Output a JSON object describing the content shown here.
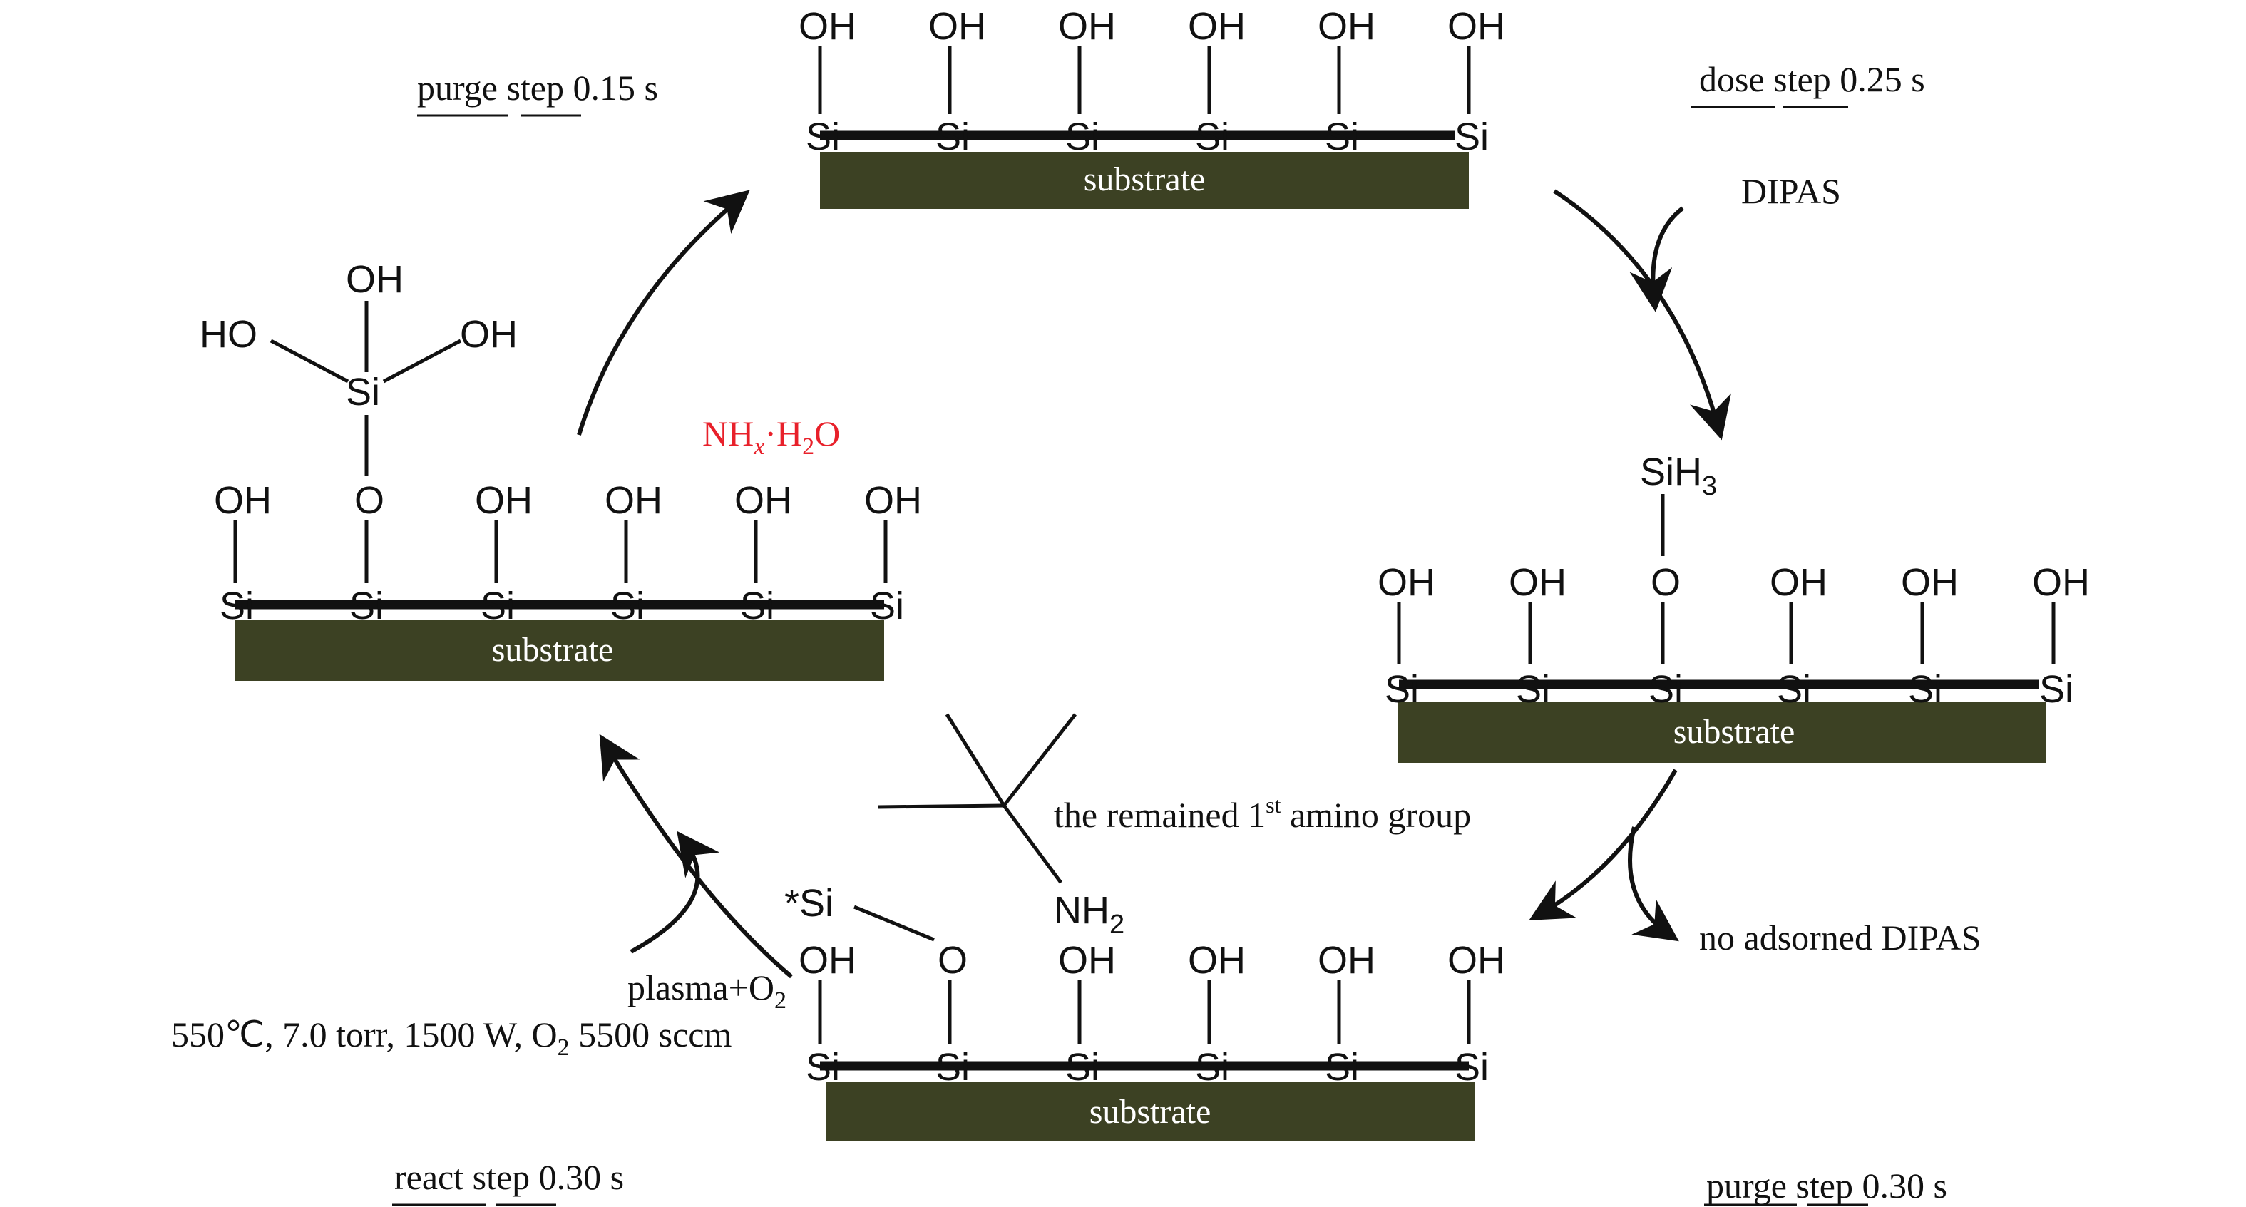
{
  "labels": {
    "substrate": "substrate",
    "oh": "OH",
    "ho": "HO",
    "si": "Si",
    "star_si": "*Si",
    "o": "O",
    "sih": "SiH",
    "sub3": "3",
    "nh": "NH",
    "sub2": "2"
  },
  "steps": {
    "purge_top": {
      "word1": "purge",
      "word2": "step",
      "time": "0.15 s"
    },
    "dose": {
      "word1": "dose",
      "word2": "step",
      "time": "0.25 s"
    },
    "react": {
      "word1": "react",
      "word2": "step",
      "time": "0.30 s"
    },
    "purge_bottom": {
      "word1": "purge",
      "word2": "step",
      "time": "0.30 s"
    }
  },
  "annotations": {
    "dipas": "DIPAS",
    "no_adsorbed": "no adsorned DIPAS",
    "remained_pre": "the remained 1",
    "remained_sup": "st",
    "remained_post": " amino group",
    "nhx_nh": "NH",
    "nhx_x": "x",
    "nhx_dot_h": "·H",
    "nhx_2": "2",
    "nhx_o": "O",
    "plasma": "plasma+O",
    "plasma_sub": "2",
    "conditions_pre": "550℃, 7.0 torr, 1500 W, O",
    "conditions_sub": "2",
    "conditions_post": " 5500 sccm"
  },
  "colors": {
    "substrate": "#3c4123",
    "byproduct_text": "#e8202a",
    "ink": "#111111"
  }
}
